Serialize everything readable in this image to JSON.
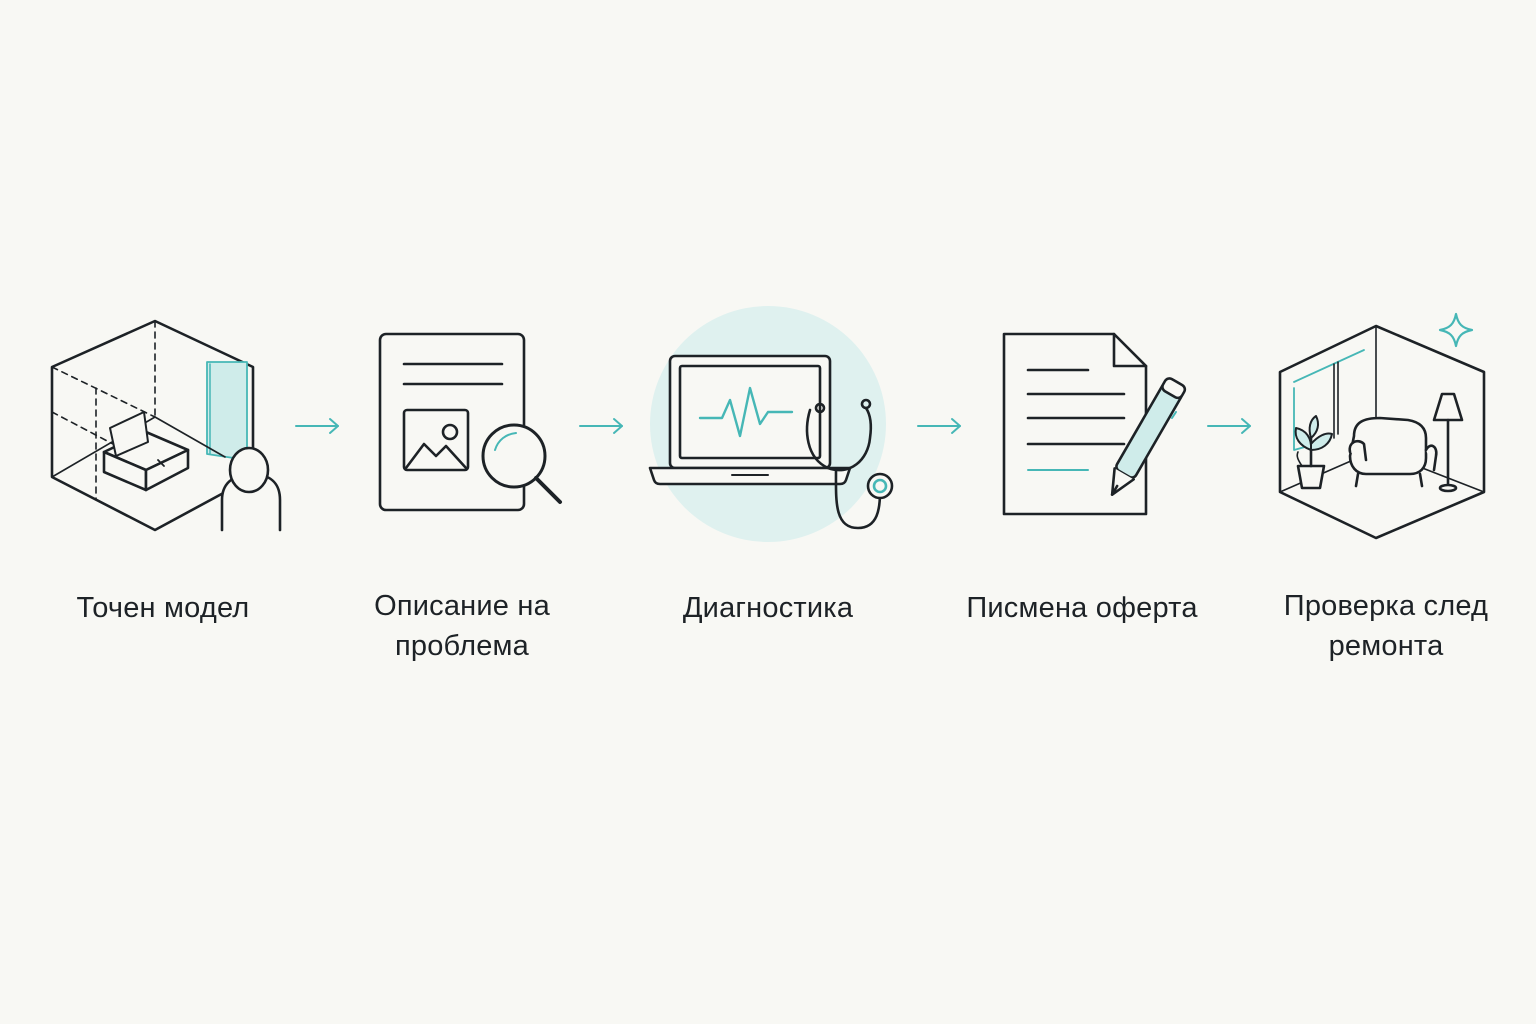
{
  "colors": {
    "background": "#f8f8f4",
    "line": "#1d2226",
    "accent": "#46b7b6",
    "accent_fill": "#cfecea",
    "glow": "#dff1ef"
  },
  "steps": [
    {
      "icon": "isometric-room-person-icon",
      "label_lines": [
        "Точен модел"
      ]
    },
    {
      "icon": "document-magnifier-icon",
      "label_lines": [
        "Описание на",
        "проблема"
      ]
    },
    {
      "icon": "laptop-stethoscope-icon",
      "label_lines": [
        "Диагностика"
      ]
    },
    {
      "icon": "document-pen-icon",
      "label_lines": [
        "Писмена оферта"
      ]
    },
    {
      "icon": "furnished-room-sparkle-icon",
      "label_lines": [
        "Проверка след",
        "ремонта"
      ]
    }
  ],
  "connectors": [
    "arrow-right-icon",
    "arrow-right-icon",
    "arrow-right-icon",
    "arrow-right-icon"
  ]
}
